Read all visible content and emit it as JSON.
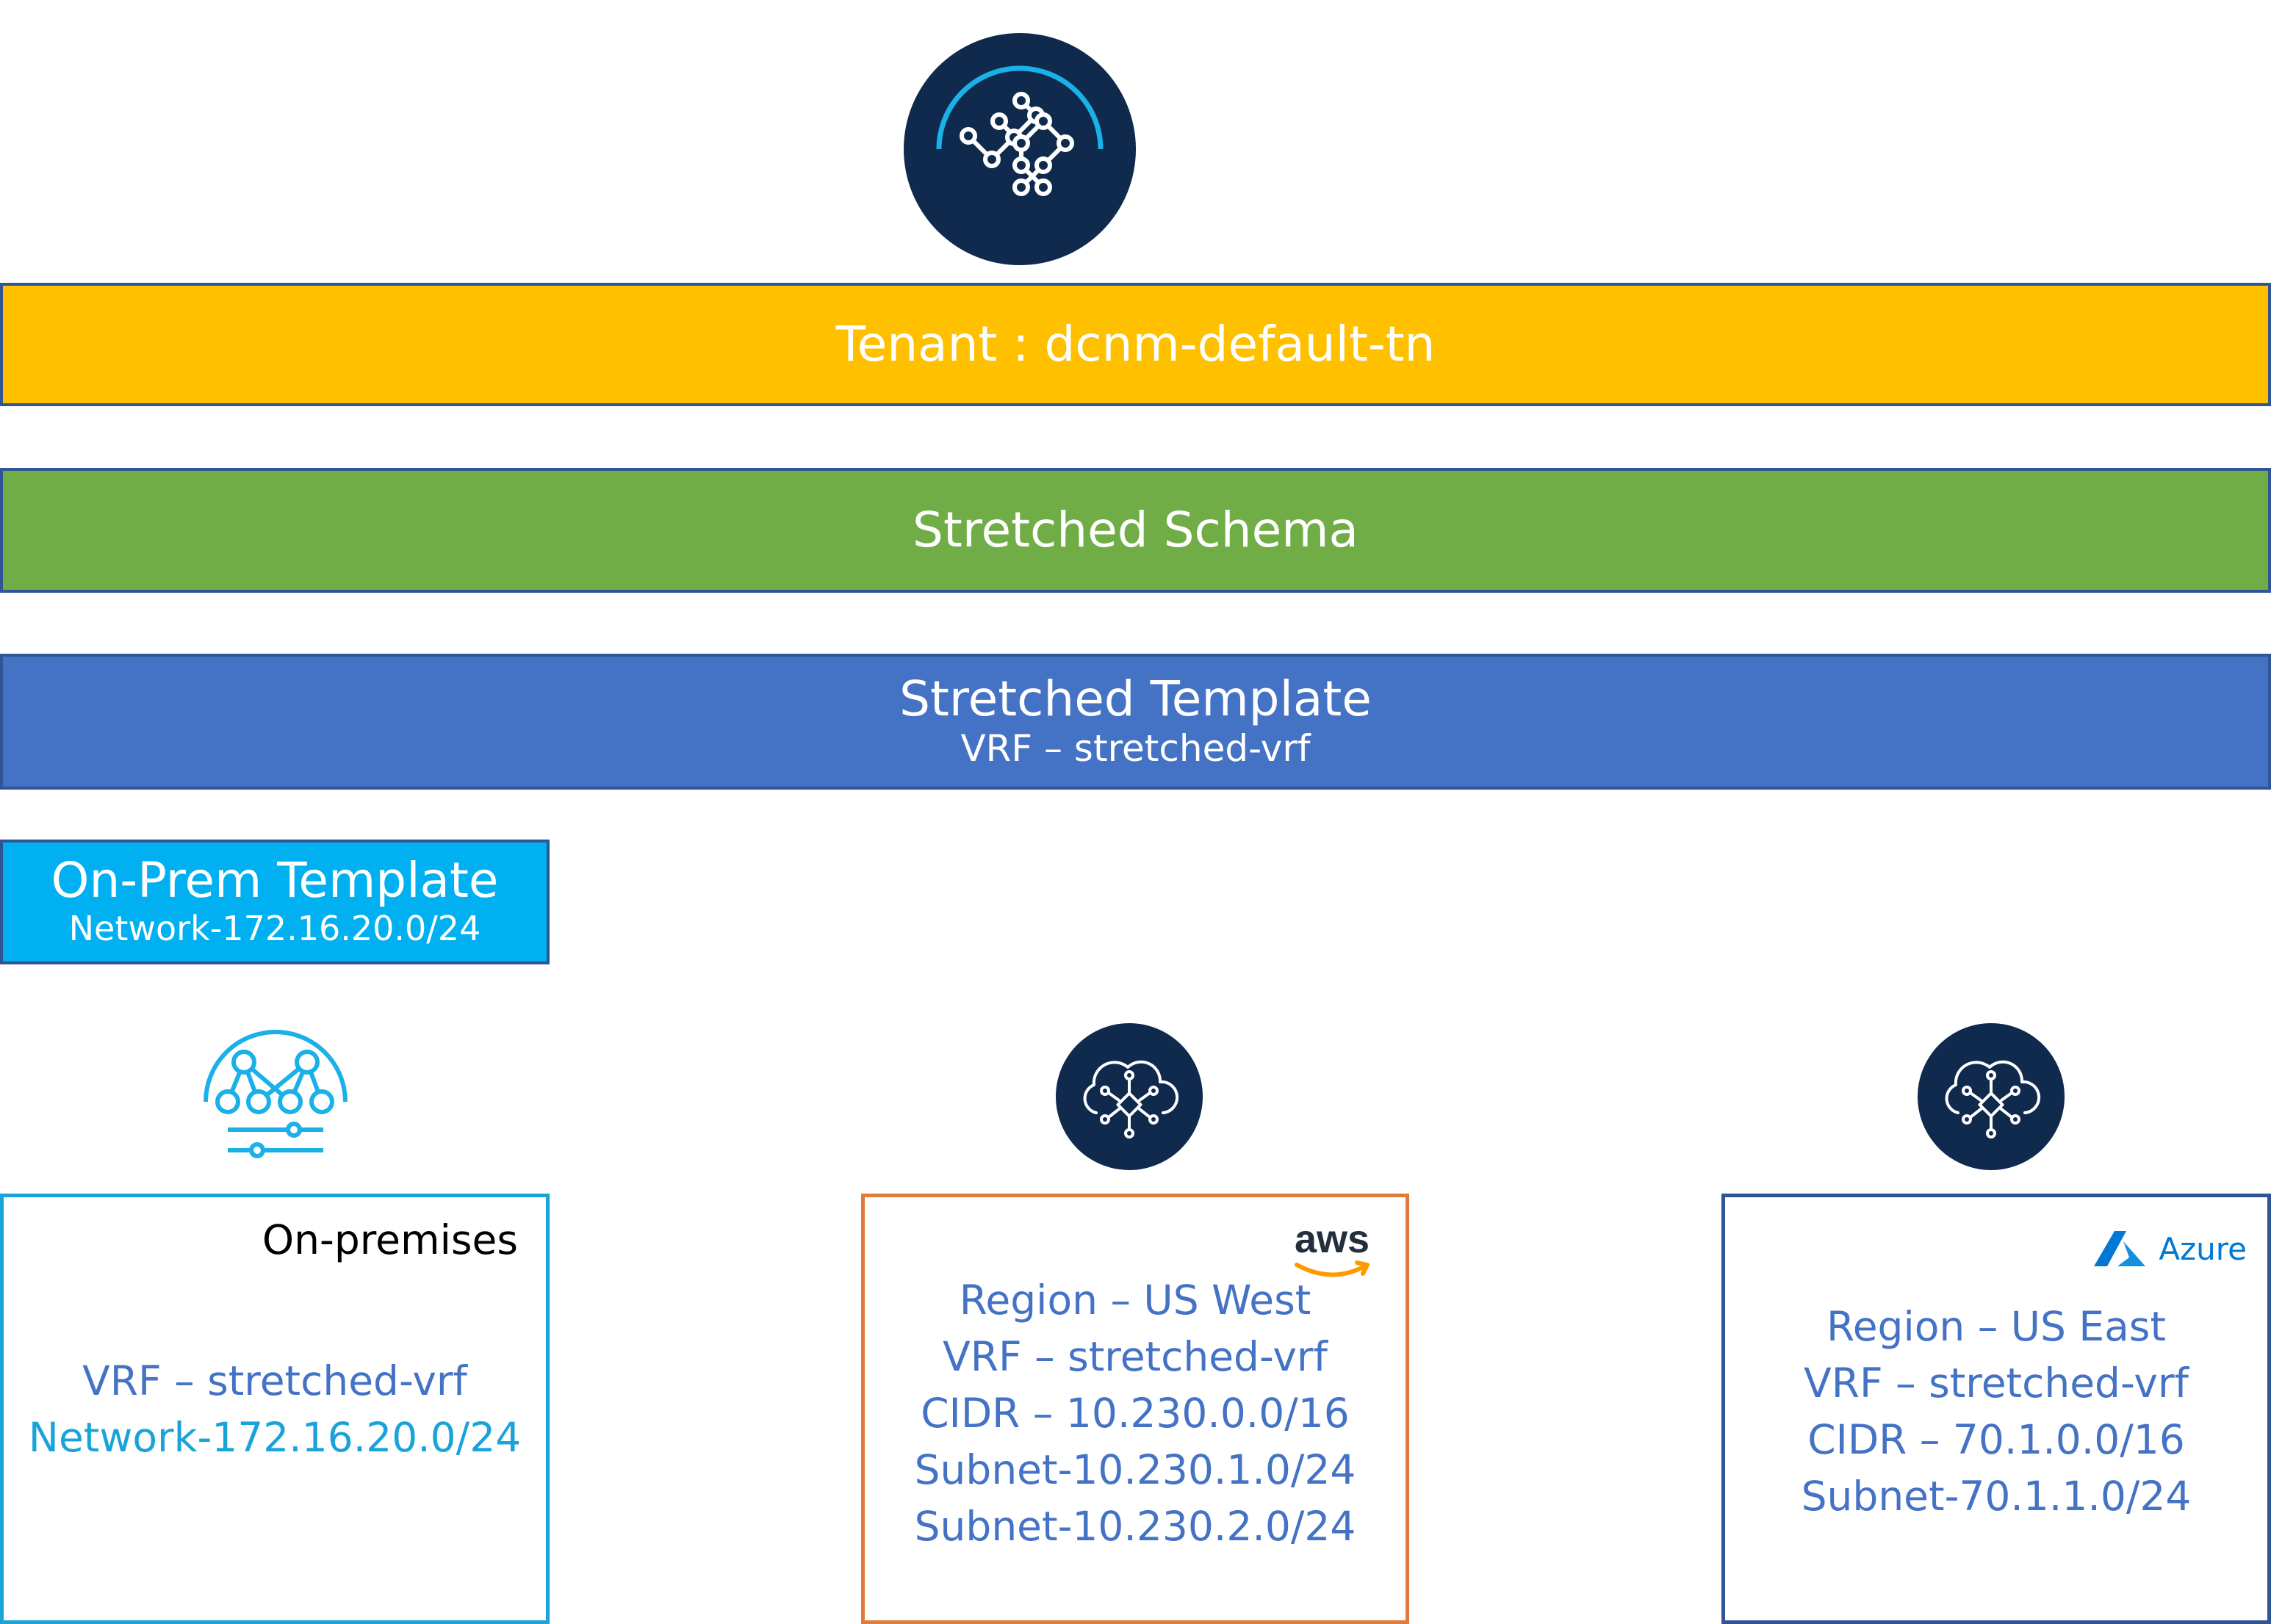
{
  "colors": {
    "navy": "#0f2a4d",
    "tenant": "#ffc000",
    "schema": "#70ad47",
    "stretched_template": "#4472c4",
    "onprem_template": "#00b0f0",
    "bar_border": "#2f5597",
    "onprem_box_border": "#1aa3d9",
    "aws_box_border": "#e07b39",
    "azure_box_border": "#2f5597",
    "body_text_blue": "#4472c4",
    "onprem_network_text": "#1aa3d9",
    "aws_orange": "#ff9900",
    "azure_blue": "#0078d4"
  },
  "icons": {
    "top": "orchestrator-network-icon",
    "onprem": "onprem-fabric-icon",
    "aws_cloud": "cloud-network-icon",
    "azure_cloud": "cloud-network-icon"
  },
  "tenant": {
    "label": "Tenant : dcnm-default-tn"
  },
  "schema": {
    "label": "Stretched Schema"
  },
  "stretched_template": {
    "title": "Stretched Template",
    "subtitle": "VRF – stretched-vrf"
  },
  "onprem_template": {
    "title": "On-Prem Template",
    "subtitle": "Network-172.16.20.0/24"
  },
  "onprem": {
    "heading": "On-premises",
    "vrf": "VRF – stretched-vrf",
    "network": "Network-172.16.20.0/24"
  },
  "aws": {
    "logo": "aws",
    "lines": [
      "Region – US West",
      "VRF – stretched-vrf",
      "CIDR – 10.230.0.0/16",
      "Subnet-10.230.1.0/24",
      "Subnet-10.230.2.0/24"
    ]
  },
  "azure": {
    "logo": "Azure",
    "lines": [
      "Region – US East",
      "VRF – stretched-vrf",
      "CIDR – 70.1.0.0/16",
      "Subnet-70.1.1.0/24"
    ]
  }
}
